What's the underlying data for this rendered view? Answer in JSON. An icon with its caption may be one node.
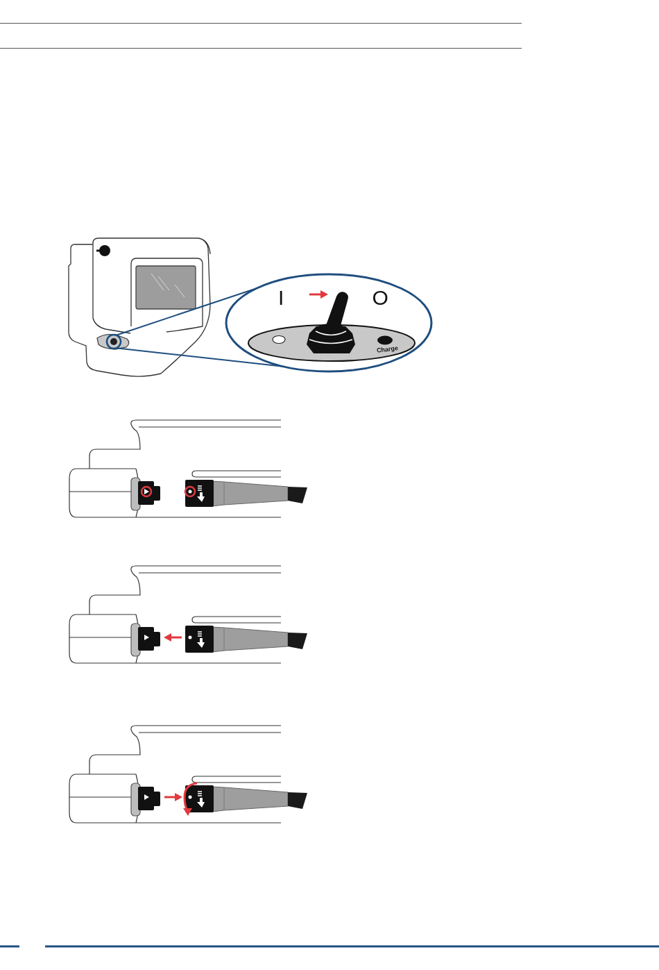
{
  "diagram": {
    "nodes": [
      {
        "text": [],
        "shape": "circle"
      },
      {
        "text": [
          "I",
          "O"
        ]
      },
      {
        "text": [
          "Charge"
        ],
        "in": 1
      }
    ],
    "edges": [
      {
        "from": 0,
        "to": 1,
        "arrow": "none"
      },
      {
        "from": 0,
        "to": 1,
        "arrow": "none"
      }
    ]
  }
}
